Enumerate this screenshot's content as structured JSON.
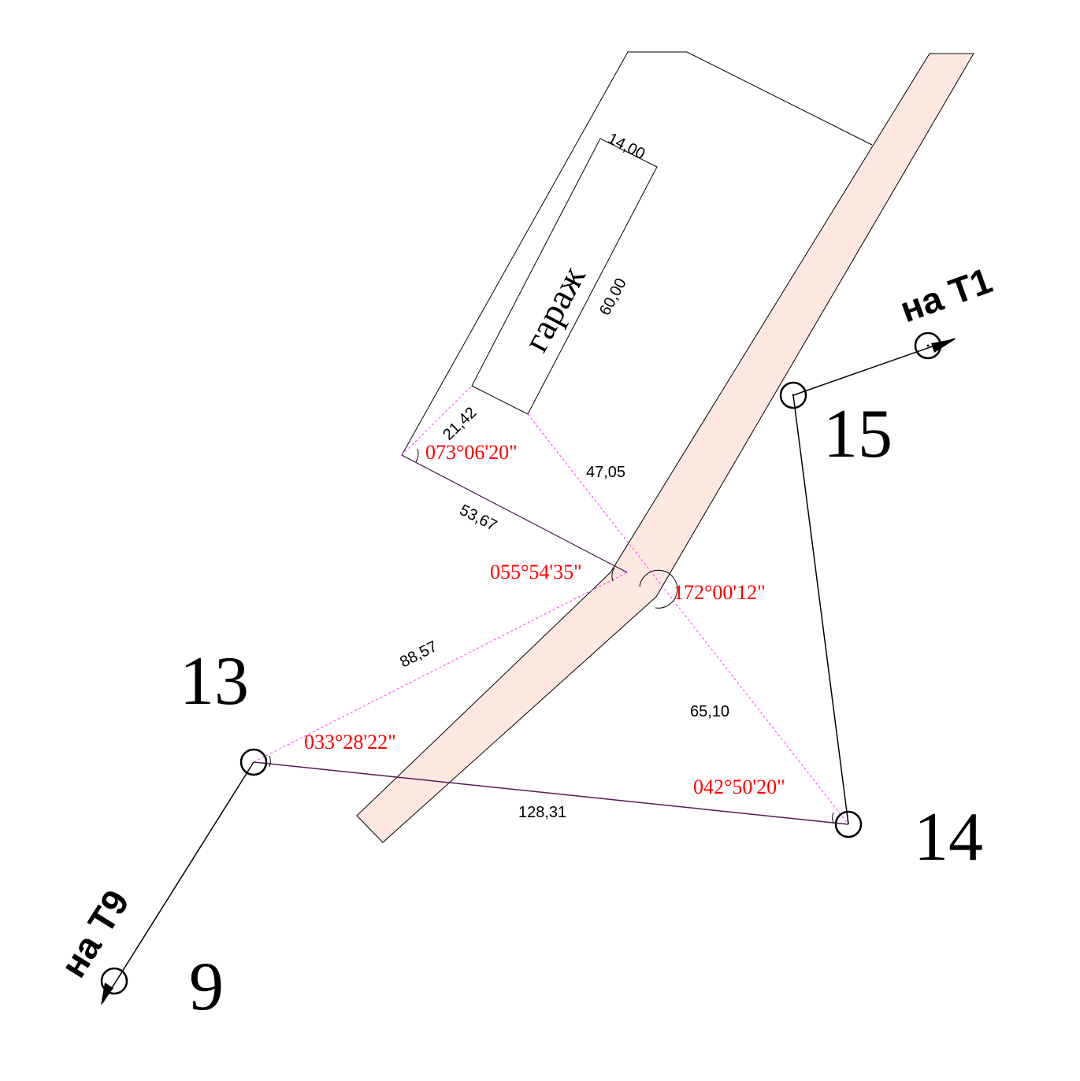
{
  "colors": {
    "line": "#000000",
    "dashed": "#ff33ff",
    "traverse": "#5a1a5a",
    "angle_text": "#ff0000",
    "road_fill": "#fde8e0"
  },
  "points": [
    {
      "id": "p13",
      "label": "13"
    },
    {
      "id": "p14",
      "label": "14"
    },
    {
      "id": "p15",
      "label": "15"
    },
    {
      "id": "p9",
      "label": "9"
    }
  ],
  "directions": {
    "to_t1": "на Т1",
    "to_t9": "на Т9"
  },
  "building": {
    "label": "гараж",
    "width_dim": "14,00",
    "length_dim": "60,00"
  },
  "distances": {
    "d_21_42": "21,42",
    "d_47_05": "47,05",
    "d_53_67": "53,67",
    "d_88_57": "88,57",
    "d_65_10": "65,10",
    "d_128_31": "128,31"
  },
  "angles": {
    "a_073": "073°06'20\"",
    "a_055": "055°54'35\"",
    "a_172": "172°00'12\"",
    "a_033": "033°28'22\"",
    "a_042": "042°50'20\""
  }
}
